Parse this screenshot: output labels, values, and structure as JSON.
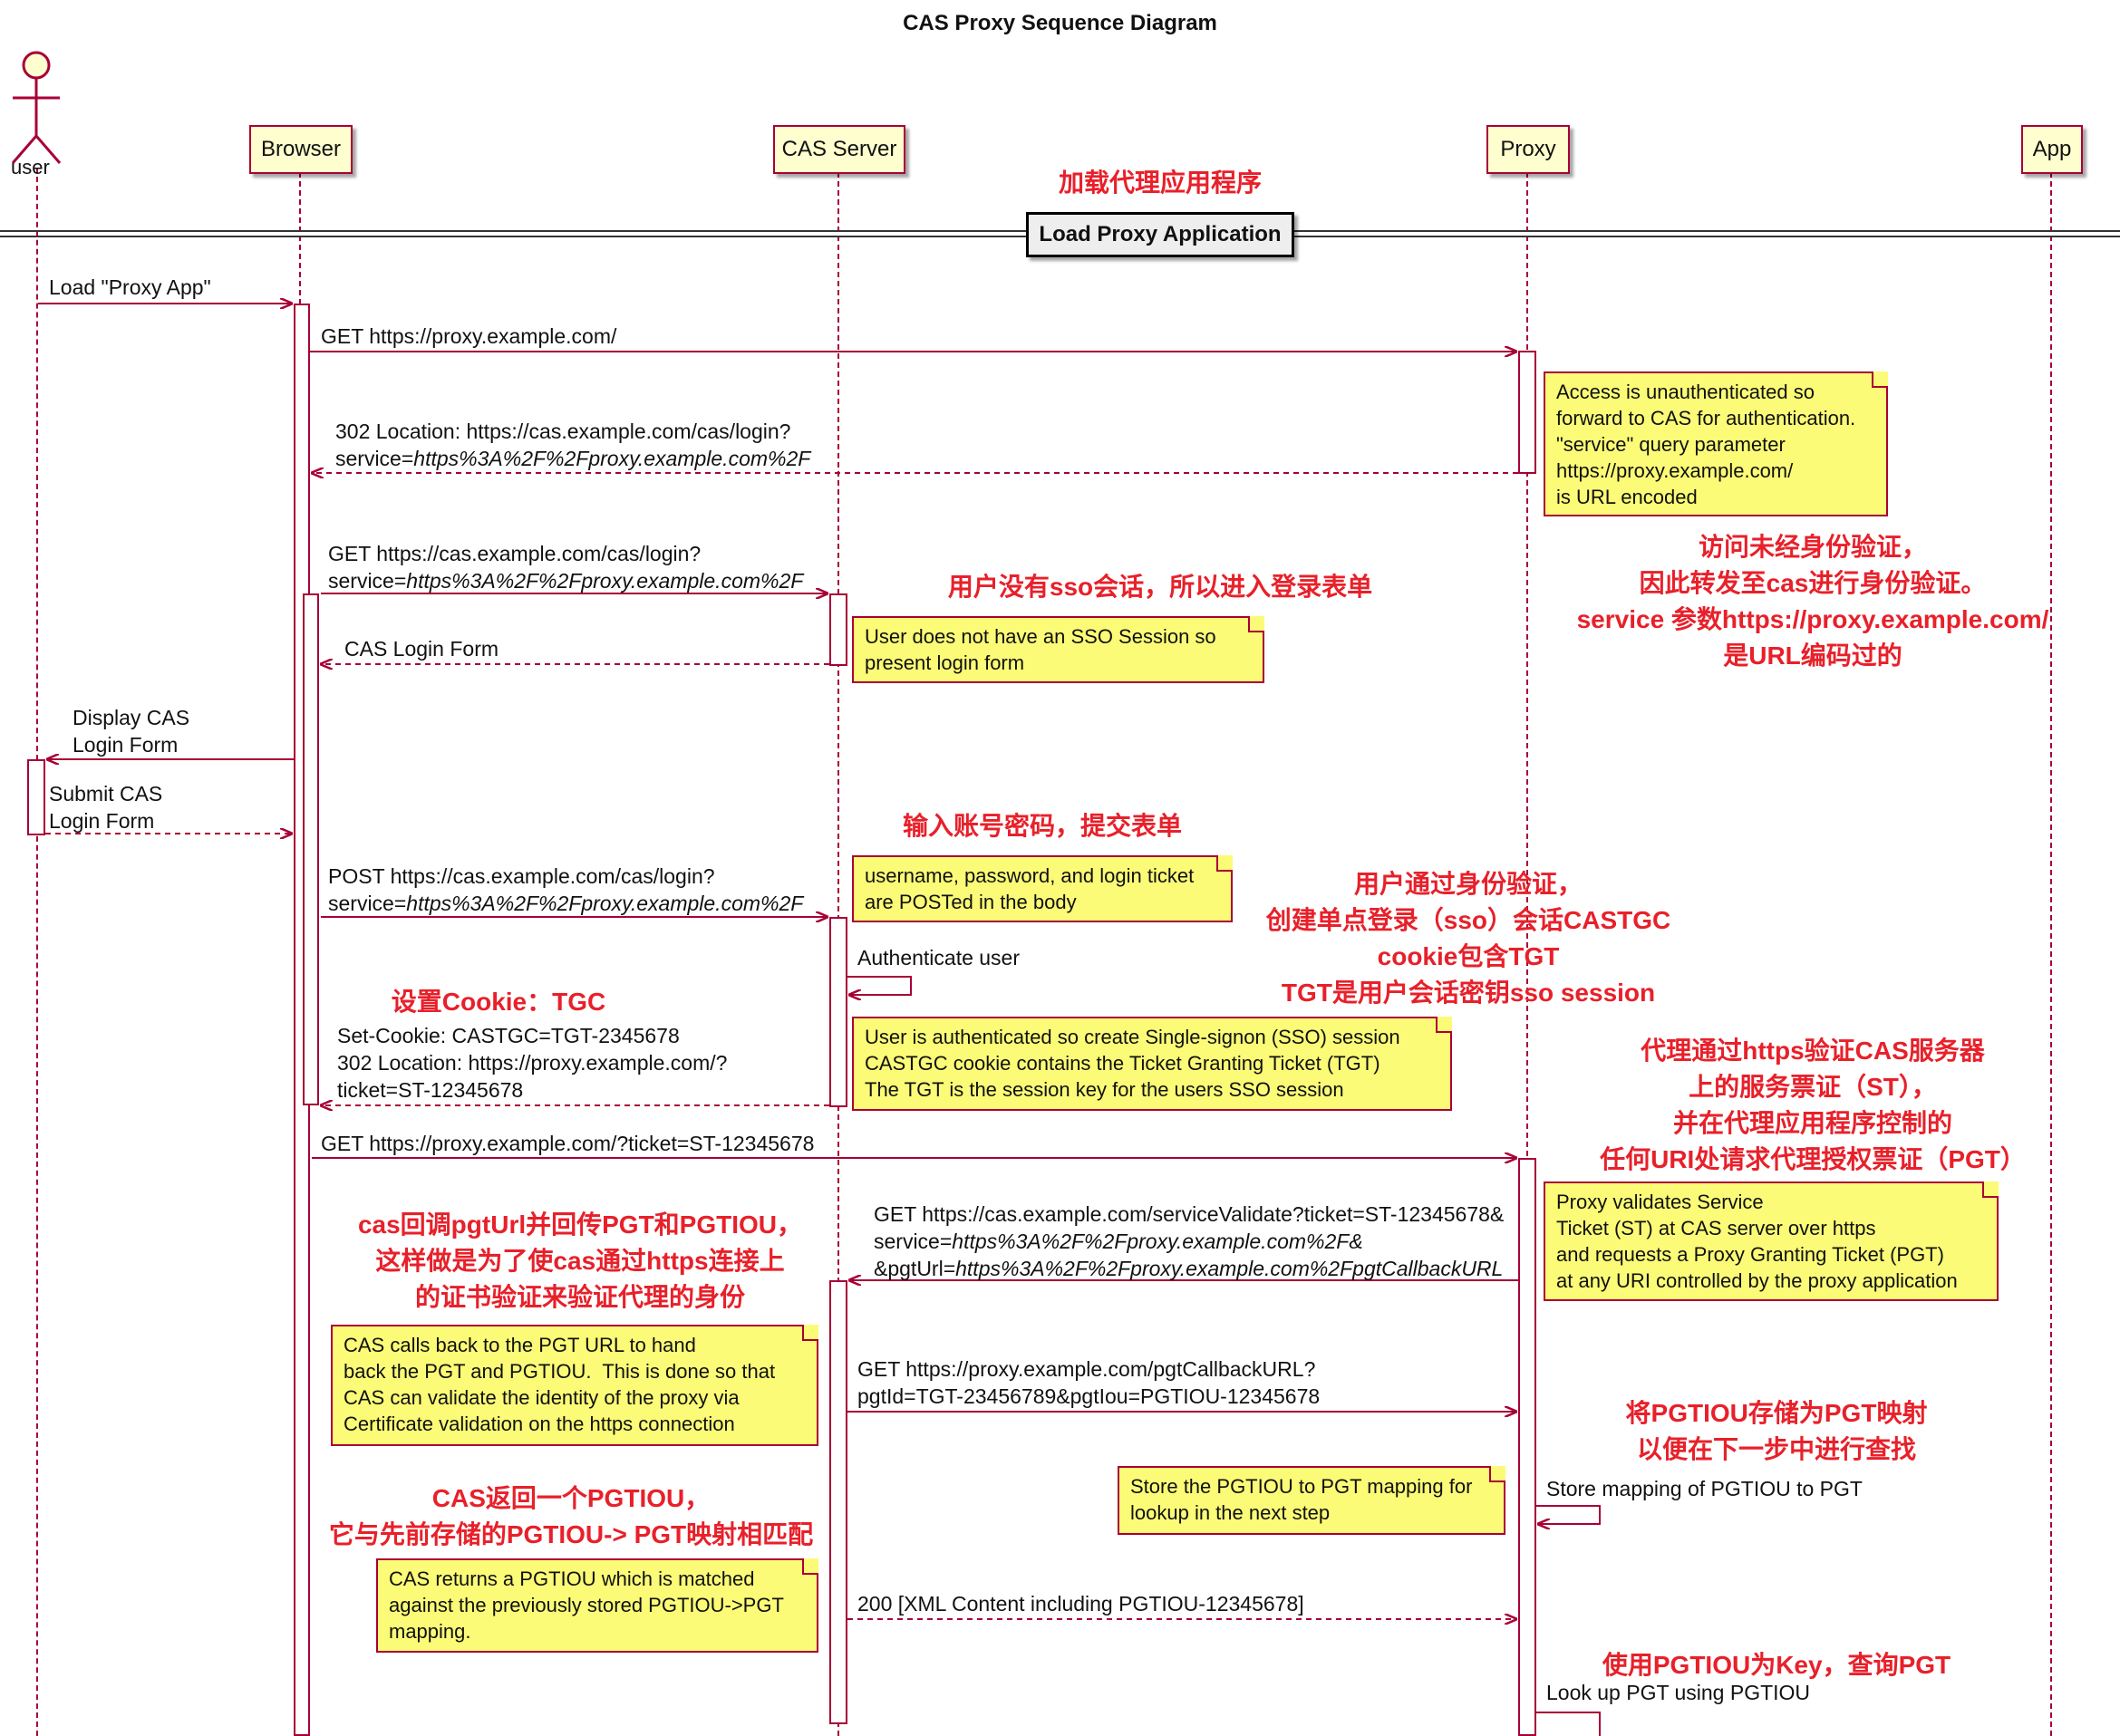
{
  "title": "CAS Proxy Sequence Diagram",
  "participants": {
    "user": "user",
    "browser": "Browser",
    "cas": "CAS Server",
    "proxy": "Proxy",
    "app": "App"
  },
  "divider": "Load Proxy Application",
  "messages": {
    "m1": "Load \"Proxy App\"",
    "m2": "GET https://proxy.example.com/",
    "m3a": "302 Location: https://cas.example.com/cas/login?",
    "m3b": "service=",
    "m3c": "https%3A%2F%2Fproxy.example.com%2F",
    "m4a": "GET https://cas.example.com/cas/login?",
    "m4b": "service=",
    "m4c": "https%3A%2F%2Fproxy.example.com%2F",
    "m5": "CAS Login Form",
    "m6": "Display CAS\nLogin Form",
    "m7": "Submit CAS\nLogin Form",
    "m8a": "POST https://cas.example.com/cas/login?",
    "m8b": "service=",
    "m8c": "https%3A%2F%2Fproxy.example.com%2F",
    "m9": "Authenticate user",
    "m10": "Set-Cookie: CASTGC=TGT-2345678\n302 Location: https://proxy.example.com/?\nticket=ST-12345678",
    "m11": "GET https://proxy.example.com/?ticket=ST-12345678",
    "m12a": "GET https://cas.example.com/serviceValidate?ticket=ST-12345678&",
    "m12b": "service=",
    "m12c": "https%3A%2F%2Fproxy.example.com%2F&",
    "m12d": "&pgtUrl=",
    "m12e": "https%3A%2F%2Fproxy.example.com%2FpgtCallbackURL",
    "m13": "GET https://proxy.example.com/pgtCallbackURL?\npgtId=TGT-23456789&pgtIou=PGTIOU-12345678",
    "m14": "Store mapping of PGTIOU to PGT",
    "m15": "200 [XML Content including PGTIOU-12345678]",
    "m16": "Look up PGT using PGTIOU"
  },
  "notes": {
    "n1": "Access is unauthenticated so\nforward to CAS for authentication.\n\"service\" query parameter\nhttps://proxy.example.com/\nis URL encoded",
    "n2": "User does not have an SSO Session so\npresent login form",
    "n3": "username, password, and login ticket\nare POSTed in the body",
    "n4": "User is authenticated so create Single-signon (SSO) session\nCASTGC cookie contains the Ticket Granting Ticket (TGT)\nThe TGT is the session key for the users SSO session",
    "n5": "Proxy validates Service\nTicket (ST) at CAS server over https\nand requests a Proxy Granting Ticket (PGT)\nat any URI controlled by the proxy application",
    "n6": "CAS calls back to the PGT URL to hand\nback the PGT and PGTIOU.  This is done so that\nCAS can validate the identity of the proxy via\nCertificate validation on the https connection",
    "n7": "Store the PGTIOU to PGT mapping for\nlookup in the next step",
    "n8": "CAS returns a PGTIOU which is matched\nagainst the previously stored PGTIOU->PGT\nmapping."
  },
  "annotations": {
    "a1": "加载代理应用程序",
    "a2": "访问未经身份验证，\n因此转发至cas进行身份验证。\nservice 参数https://proxy.example.com/\n是URL编码过的",
    "a3": "用户没有sso会话，所以进入登录表单",
    "a4": "输入账号密码，提交表单",
    "a5": "用户通过身份验证，\n创建单点登录（sso）会话CASTGC\ncookie包含TGT\nTGT是用户会话密钥sso session",
    "a6": "设置Cookie：TGC",
    "a7": "代理通过https验证CAS服务器\n上的服务票证（ST），\n并在代理应用程序控制的\n任何URI处请求代理授权票证（PGT）",
    "a8": "cas回调pgtUrl并回传PGT和PGTIOU，\n这样做是为了使cas通过https连接上\n的证书验证来验证代理的身份",
    "a9": "将PGTIOU存储为PGT映射\n以便在下一步中进行查找",
    "a10": "CAS返回一个PGTIOU，\n它与先前存储的PGTIOU-> PGT映射相匹配",
    "a11": "使用PGTIOU为Key，查询PGT"
  },
  "colors": {
    "line": "#a80036",
    "note": "#fbfb77",
    "actor": "#fefece",
    "annotation": "#e8202a"
  }
}
